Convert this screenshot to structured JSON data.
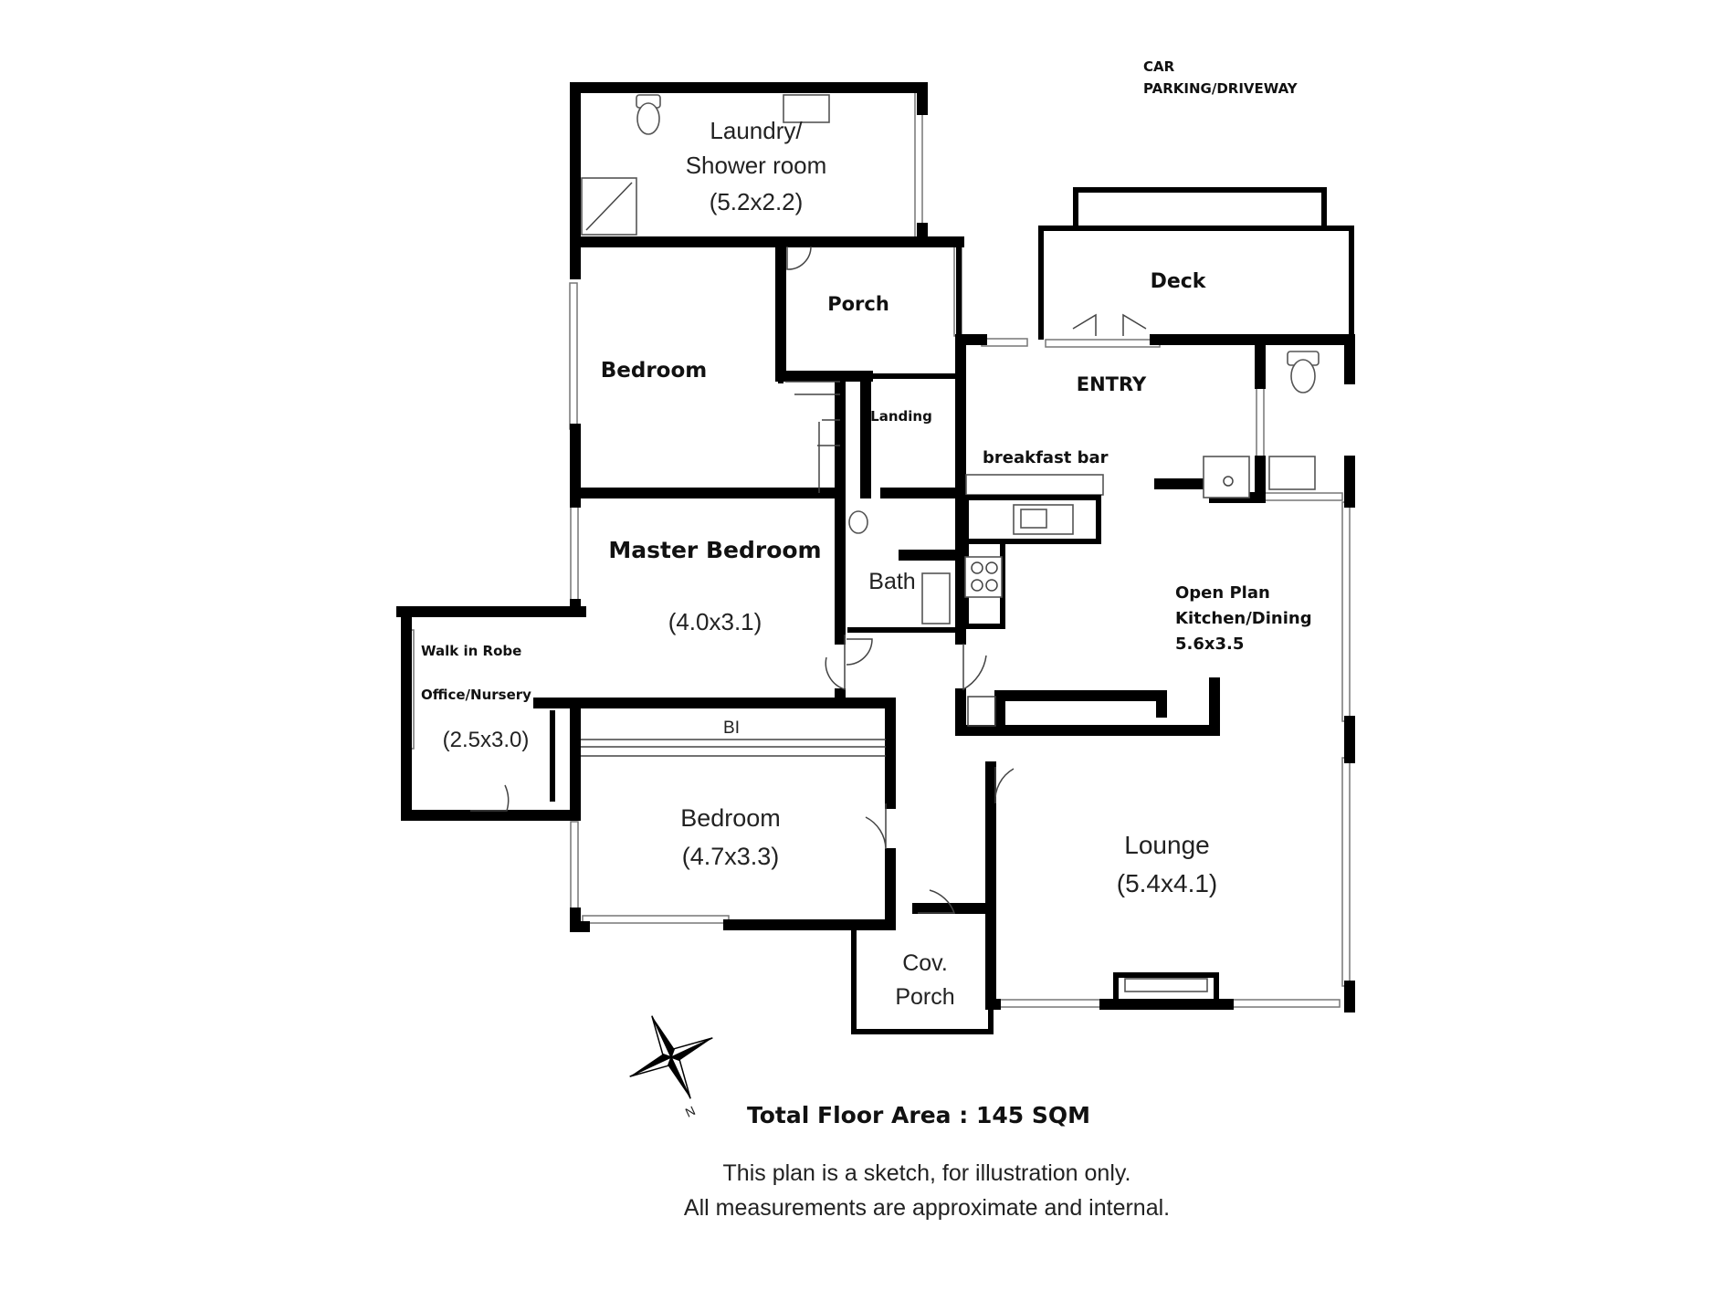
{
  "rooms": {
    "laundry": {
      "line1": "Laundry/",
      "line2": "Shower room",
      "dims": "(5.2x2.2)"
    },
    "porch": "Porch",
    "bedroom_upper": "Bedroom",
    "landing": "Landing",
    "deck": "Deck",
    "entry": "ENTRY",
    "breakfast_bar": "breakfast bar",
    "master_bedroom": {
      "name": "Master Bedroom",
      "dims": "(4.0x3.1)"
    },
    "bath": "Bath",
    "kitchen": {
      "line1": "Open Plan",
      "line2": "Kitchen/Dining",
      "dims": "5.6x3.5"
    },
    "walk_in_robe": {
      "line1": "Walk in Robe",
      "line2": "Office/Nursery",
      "dims": "(2.5x3.0)"
    },
    "built_in": "BI",
    "bedroom_lower": {
      "name": "Bedroom",
      "dims": "(4.7x3.3)"
    },
    "lounge": {
      "name": "Lounge",
      "dims": "(5.4x4.1)"
    },
    "cov_porch": {
      "line1": "Cov.",
      "line2": "Porch"
    }
  },
  "car_parking": {
    "line1": "CAR",
    "line2": "PARKING/DRIVEWAY"
  },
  "compass": {
    "label": "N"
  },
  "total_area": "Total Floor Area : 145 SQM",
  "disclaimer": {
    "line1": "This plan is a sketch, for illustration only.",
    "line2": "All measurements are approximate and internal."
  }
}
